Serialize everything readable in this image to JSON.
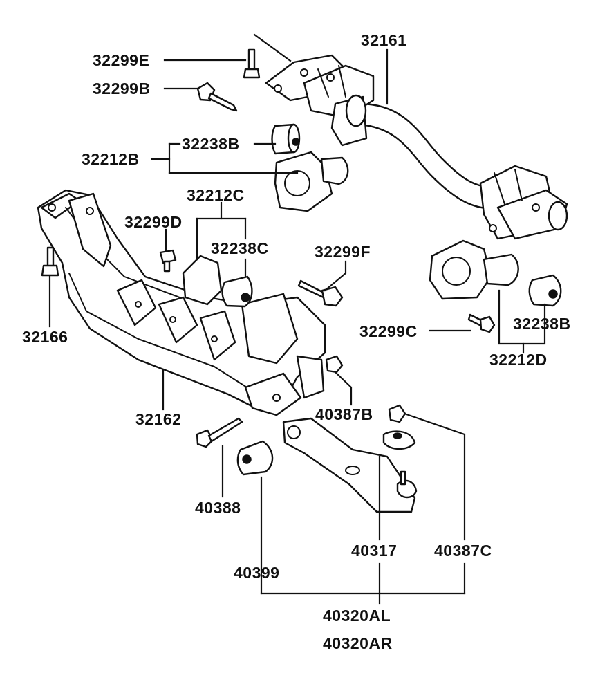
{
  "labels": {
    "p32161": "32161",
    "p32299E": "32299E",
    "p32299B": "32299B",
    "p32238B_top": "32238B",
    "p32212B": "32212B",
    "p32212C": "32212C",
    "p32299D": "32299D",
    "p32238C": "32238C",
    "p32299F": "32299F",
    "p32166": "32166",
    "p32299C": "32299C",
    "p32238B_right": "32238B",
    "p32212D": "32212D",
    "p32162": "32162",
    "p40387B": "40387B",
    "p40388": "40388",
    "p40317": "40317",
    "p40387C": "40387C",
    "p40399": "40399",
    "p40320AL": "40320AL",
    "p40320AR": "40320AR"
  }
}
